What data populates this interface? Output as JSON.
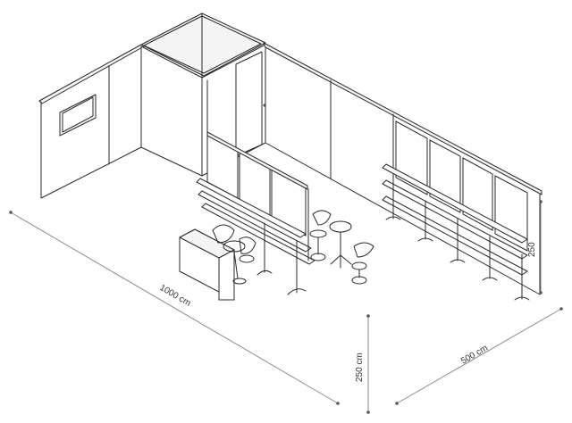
{
  "dimensions": {
    "length": "1000 cm",
    "width": "500 cm",
    "height_front": "250 cm",
    "height_side": "250"
  }
}
